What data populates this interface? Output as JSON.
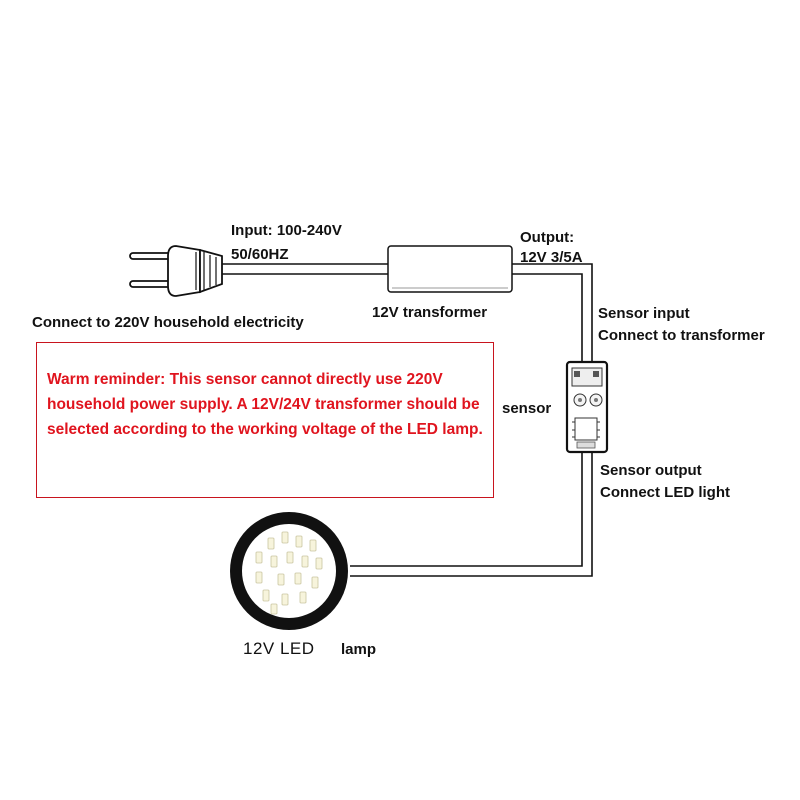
{
  "plug": {
    "caption": "Connect to 220V household electricity"
  },
  "transformer": {
    "input_line1": "Input: 100-240V",
    "input_line2": "50/60HZ",
    "caption": "12V transformer",
    "output_line1": "Output:",
    "output_line2": "12V 3/5A"
  },
  "sensor": {
    "input_line1": "Sensor input",
    "input_line2": "Connect to transformer",
    "caption": "sensor",
    "output_line1": "Sensor output",
    "output_line2": "Connect LED light"
  },
  "lamp": {
    "caption": "12V LED",
    "caption2": "lamp"
  },
  "warning": {
    "text": "Warm reminder: This sensor cannot directly use 220V household power supply. A 12V/24V transformer should be selected according to the working voltage of the LED lamp."
  },
  "colors": {
    "warning": "#e0141e",
    "warning_border": "#c8141e",
    "wire": "#111111"
  },
  "icons": [
    "plug-icon",
    "transformer-icon",
    "sensor-module-icon",
    "led-lamp-icon"
  ]
}
